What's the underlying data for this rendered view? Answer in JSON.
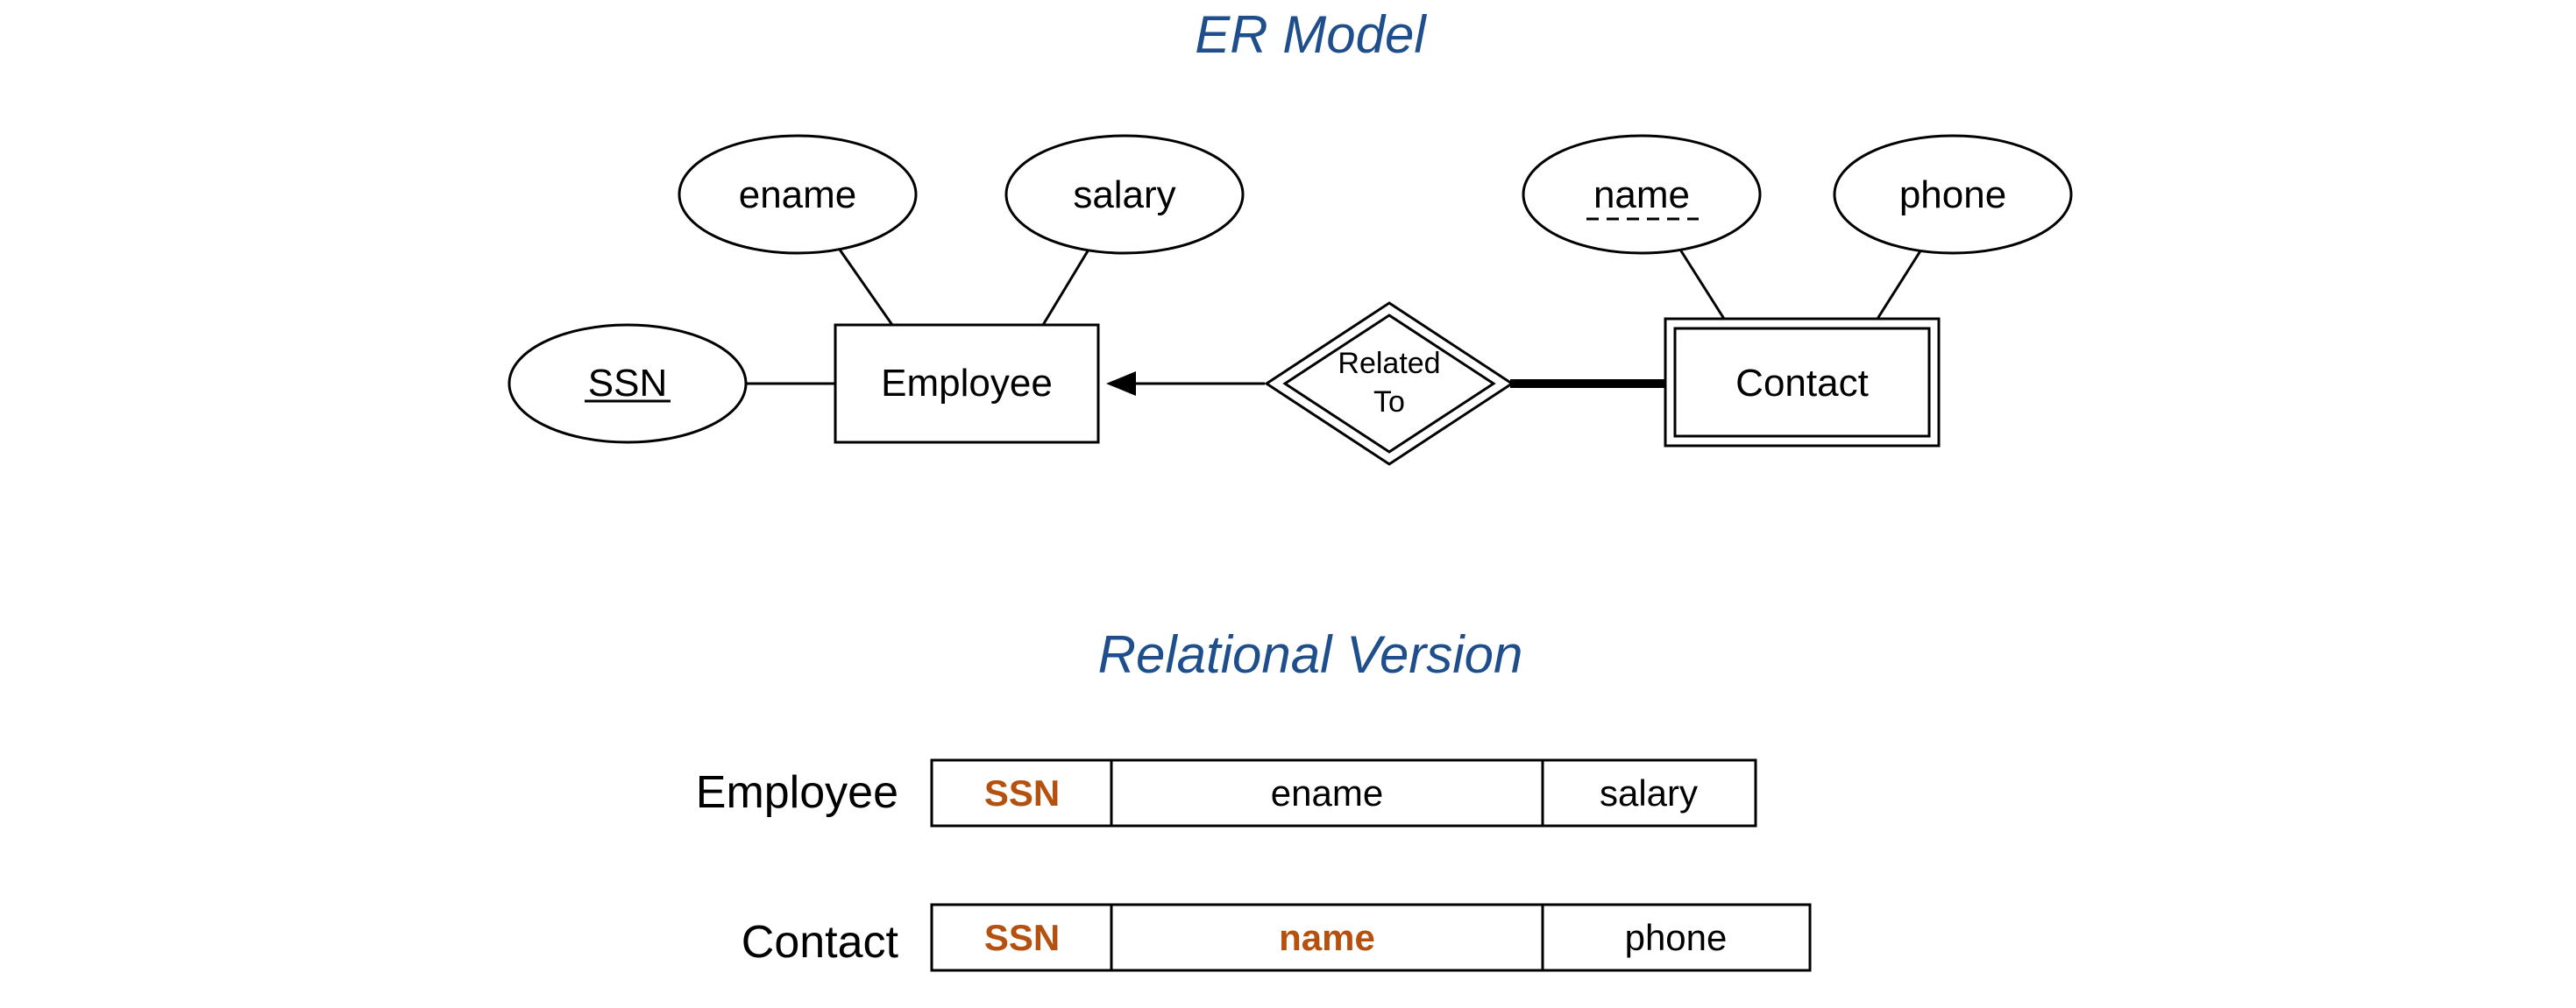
{
  "er_title": "ER Model",
  "relational_title": "Relational Version",
  "er": {
    "employee_entity": "Employee",
    "contact_entity": "Contact",
    "relationship_line1": "Related",
    "relationship_line2": "To",
    "attributes": {
      "ename": "ename",
      "salary": "salary",
      "ssn": "SSN",
      "name": "name",
      "phone": "phone"
    }
  },
  "relational": {
    "employee": {
      "table": "Employee",
      "columns": [
        "SSN",
        "ename",
        "salary"
      ]
    },
    "contact": {
      "table": "Contact",
      "columns": [
        "SSN",
        "name",
        "phone"
      ]
    }
  },
  "colors": {
    "title": "#1f4e8c",
    "key": "#b5500f"
  }
}
